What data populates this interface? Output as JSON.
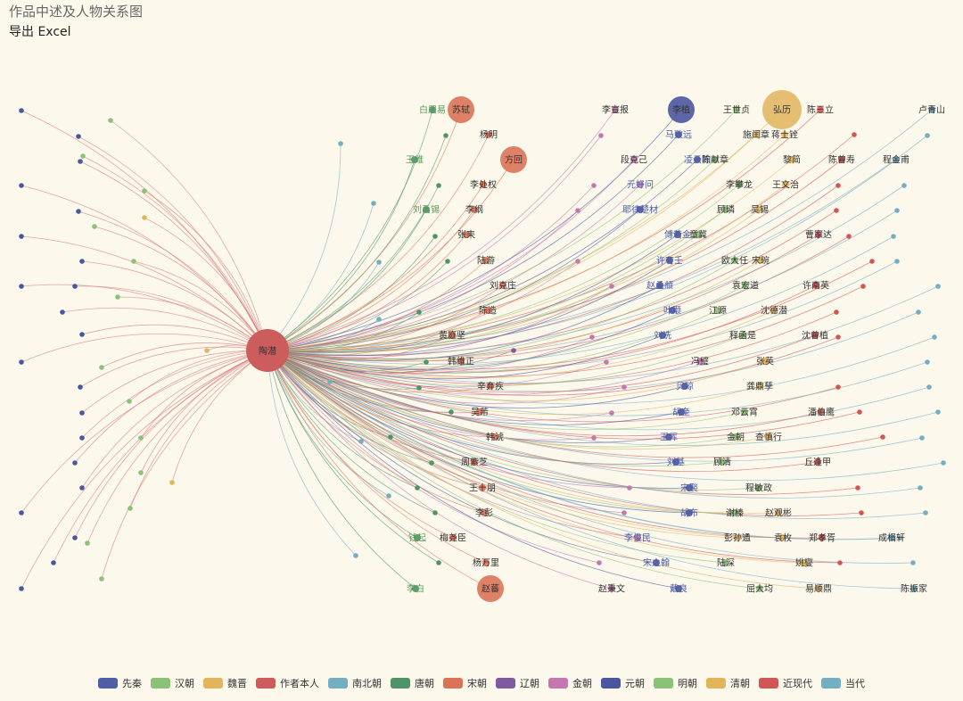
{
  "page": {
    "title": "作品中述及人物关系图",
    "export_label": "导出 Excel"
  },
  "colors": {
    "先秦": "#4f5fa6",
    "汉朝": "#8cc178",
    "魏晋": "#e2b45c",
    "作者本人": "#cd5c5c",
    "南北朝": "#74aec3",
    "唐朝": "#4e9468",
    "宋朝": "#db7358",
    "辽朝": "#7f5a9e",
    "金朝": "#c478ae",
    "元朝": "#4a57a0",
    "明朝": "#8cc178",
    "清朝": "#e2b45c",
    "近现代": "#d35656",
    "当代": "#74aec3"
  },
  "legend": [
    "先秦",
    "汉朝",
    "魏晋",
    "作者本人",
    "南北朝",
    "唐朝",
    "宋朝",
    "辽朝",
    "金朝",
    "元朝",
    "明朝",
    "清朝",
    "近现代",
    "当代"
  ],
  "center": {
    "name": "陶潜",
    "category": "作者本人"
  },
  "nodes": [
    {
      "name": "白居易",
      "category": "唐朝",
      "label_color": "green"
    },
    {
      "name": "苏轼",
      "category": "宋朝",
      "big": true
    },
    {
      "name": "李宣报",
      "category": "金朝"
    },
    {
      "name": "李植",
      "category": "元朝",
      "big": true
    },
    {
      "name": "王世贞",
      "category": "明朝"
    },
    {
      "name": "弘历",
      "category": "清朝",
      "huge": true
    },
    {
      "name": "陈三立",
      "category": "近现代"
    },
    {
      "name": "卢青山",
      "category": "当代"
    },
    {
      "name": "杨明",
      "category": "宋朝"
    },
    {
      "name": "马致远",
      "category": "元朝",
      "label_color": "blue"
    },
    {
      "name": "施闰章",
      "category": "清朝"
    },
    {
      "name": "蒋士铨",
      "category": "清朝"
    },
    {
      "name": "王维",
      "category": "唐朝",
      "label_color": "green"
    },
    {
      "name": "方回",
      "category": "宋朝",
      "big": true
    },
    {
      "name": "段克己",
      "category": "金朝"
    },
    {
      "name": "凌云翰",
      "category": "元朝",
      "label_color": "blue"
    },
    {
      "name": "陈献章",
      "category": "明朝"
    },
    {
      "name": "黎简",
      "category": "清朝"
    },
    {
      "name": "陈曾寿",
      "category": "近现代"
    },
    {
      "name": "程金甫",
      "category": "当代"
    },
    {
      "name": "李处权",
      "category": "宋朝"
    },
    {
      "name": "元好问",
      "category": "金朝",
      "label_color": "blue"
    },
    {
      "name": "李攀龙",
      "category": "明朝"
    },
    {
      "name": "王文治",
      "category": "清朝"
    },
    {
      "name": "刘禹锡",
      "category": "唐朝",
      "label_color": "green"
    },
    {
      "name": "李纲",
      "category": "宋朝"
    },
    {
      "name": "耶律楚材",
      "category": "元朝",
      "label_color": "blue"
    },
    {
      "name": "顾璘",
      "category": "明朝"
    },
    {
      "name": "吴锡",
      "category": "清朝"
    },
    {
      "name": "张耒",
      "category": "宋朝"
    },
    {
      "name": "傅若金",
      "category": "元朝",
      "label_color": "blue"
    },
    {
      "name": "童冀",
      "category": "明朝"
    },
    {
      "name": "曹家达",
      "category": "近现代"
    },
    {
      "name": "陆游",
      "category": "宋朝"
    },
    {
      "name": "许有壬",
      "category": "元朝",
      "label_color": "blue"
    },
    {
      "name": "欧大任",
      "category": "明朝"
    },
    {
      "name": "宋琬",
      "category": "清朝"
    },
    {
      "name": "刘克庄",
      "category": "宋朝"
    },
    {
      "name": "赵孟頫",
      "category": "元朝",
      "label_color": "blue"
    },
    {
      "name": "袁宏道",
      "category": "明朝"
    },
    {
      "name": "许南英",
      "category": "近现代"
    },
    {
      "name": "陈造",
      "category": "宋朝"
    },
    {
      "name": "叶颙",
      "category": "元朝",
      "label_color": "blue"
    },
    {
      "name": "江源",
      "category": "明朝"
    },
    {
      "name": "沈德潜",
      "category": "清朝"
    },
    {
      "name": "黄庭坚",
      "category": "宋朝"
    },
    {
      "name": "刘诜",
      "category": "元朝",
      "label_color": "blue"
    },
    {
      "name": "释函是",
      "category": "明朝"
    },
    {
      "name": "沈曾植",
      "category": "近现代"
    },
    {
      "name": "韩维正",
      "category": "宋朝"
    },
    {
      "name": "冯璧",
      "category": "金朝"
    },
    {
      "name": "张英",
      "category": "清朝"
    },
    {
      "name": "辛弃疾",
      "category": "宋朝"
    },
    {
      "name": "贝琼",
      "category": "元朝",
      "label_color": "blue"
    },
    {
      "name": "龚鼎孳",
      "category": "清朝"
    },
    {
      "name": "吴芾",
      "category": "宋朝"
    },
    {
      "name": "胡奎",
      "category": "元朝",
      "label_color": "blue"
    },
    {
      "name": "邓云霄",
      "category": "明朝"
    },
    {
      "name": "潘伯鹰",
      "category": "近现代"
    },
    {
      "name": "韩淲",
      "category": "宋朝"
    },
    {
      "name": "王恽",
      "category": "元朝",
      "label_color": "blue"
    },
    {
      "name": "金朝",
      "category": "明朝"
    },
    {
      "name": "查慎行",
      "category": "清朝"
    },
    {
      "name": "周紫芝",
      "category": "宋朝"
    },
    {
      "name": "刘基",
      "category": "元朝",
      "label_color": "blue"
    },
    {
      "name": "顾清",
      "category": "明朝"
    },
    {
      "name": "丘逢甲",
      "category": "近现代"
    },
    {
      "name": "王十朋",
      "category": "宋朝"
    },
    {
      "name": "宋褧",
      "category": "元朝",
      "label_color": "blue"
    },
    {
      "name": "程敏政",
      "category": "明朝"
    },
    {
      "name": "李彭",
      "category": "宋朝"
    },
    {
      "name": "胡布",
      "category": "元朝",
      "label_color": "blue"
    },
    {
      "name": "谢榛",
      "category": "明朝"
    },
    {
      "name": "赵观彬",
      "category": "清朝"
    },
    {
      "name": "钱起",
      "category": "唐朝",
      "label_color": "green"
    },
    {
      "name": "梅尧臣",
      "category": "宋朝"
    },
    {
      "name": "李俊民",
      "category": "金朝",
      "label_color": "blue"
    },
    {
      "name": "彭孙遹",
      "category": "清朝"
    },
    {
      "name": "袁枚",
      "category": "清朝"
    },
    {
      "name": "郑孝胥",
      "category": "近现代"
    },
    {
      "name": "成楫轩",
      "category": "当代"
    },
    {
      "name": "杨万里",
      "category": "宋朝"
    },
    {
      "name": "宋之翰",
      "category": "元朝",
      "label_color": "blue"
    },
    {
      "name": "陆深",
      "category": "明朝"
    },
    {
      "name": "姚燮",
      "category": "清朝"
    },
    {
      "name": "李白",
      "category": "唐朝",
      "label_color": "green"
    },
    {
      "name": "赵蕃",
      "category": "宋朝",
      "big": true
    },
    {
      "name": "赵秉文",
      "category": "金朝"
    },
    {
      "name": "戴良",
      "category": "元朝",
      "label_color": "blue"
    },
    {
      "name": "屈大均",
      "category": "明朝"
    },
    {
      "name": "易顺鼎",
      "category": "清朝"
    },
    {
      "name": "陈振家",
      "category": "当代"
    }
  ]
}
